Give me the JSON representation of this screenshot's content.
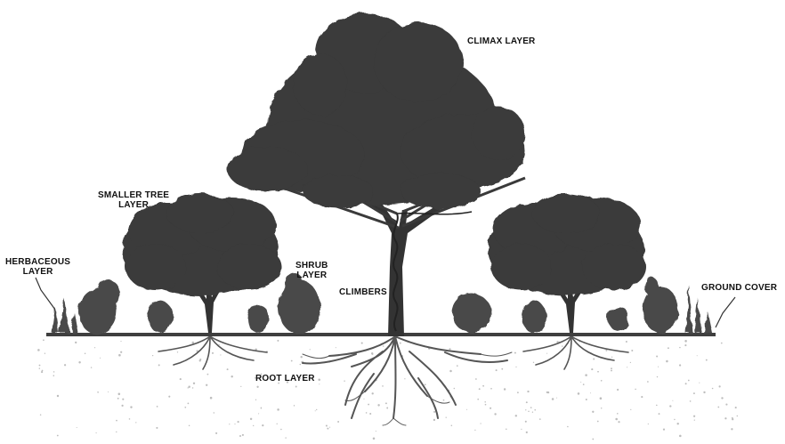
{
  "labels": {
    "climax_layer": "CLIMAX LAYER",
    "smaller_tree_layer": [
      "SMALLER TREE",
      "LAYER"
    ],
    "herbaceous_layer": [
      "HERBACEOUS",
      "LAYER"
    ],
    "shrub_layer": [
      "SHRUB",
      "LAYER"
    ],
    "climbers": "CLIMBERS",
    "ground_cover": "GROUND COVER",
    "root_layer": "ROOT LAYER"
  },
  "colors": {
    "canopy": "#3a3a3a",
    "trunk": "#333333",
    "foliage_light": "#6a6a6a",
    "ground_line": "#3f3f3f",
    "soil_dots": "#bdbdbd",
    "roots": "#555555"
  }
}
